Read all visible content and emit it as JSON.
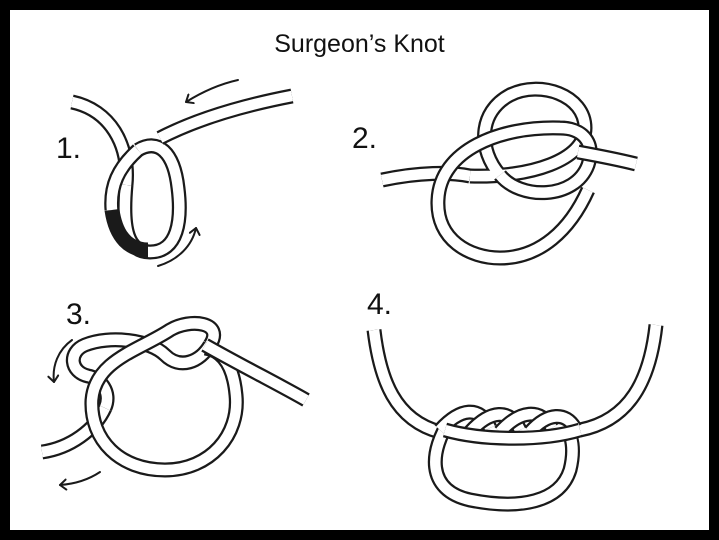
{
  "title": "Surgeon’s Knot",
  "steps": [
    {
      "label": "1."
    },
    {
      "label": "2."
    },
    {
      "label": "3."
    },
    {
      "label": "4."
    }
  ],
  "colors": {
    "frame": "#000000",
    "background": "#ffffff",
    "ink": "#1a1a1a"
  },
  "icons": [
    "arrow-icon"
  ]
}
